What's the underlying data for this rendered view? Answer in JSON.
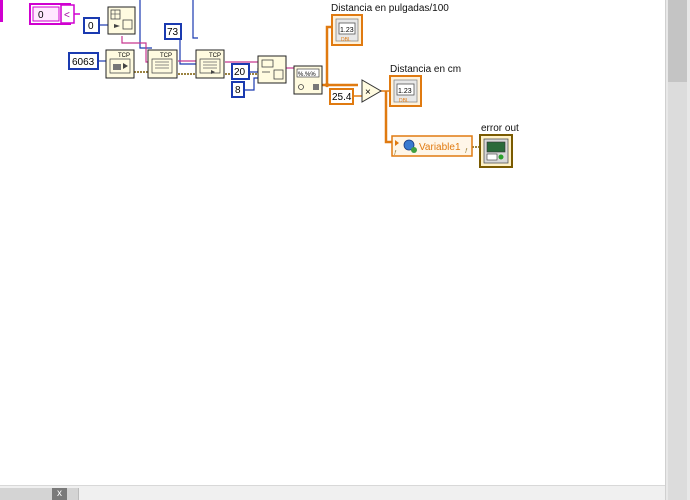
{
  "constants": {
    "c0_top": "0",
    "compare_symbol": "<",
    "c0_mid": "0",
    "port": "6063",
    "c73": "73",
    "c20": "20",
    "c8": "8",
    "factor": "25.4"
  },
  "indicators": {
    "pulgadas_label": "Distancia en pulgadas/100",
    "cm_label": "Distancia en cm",
    "numeric_text": "1.23",
    "numeric_sub": "DBL",
    "error_label": "error out"
  },
  "variable": {
    "name": "Variable1"
  },
  "tcp": {
    "label": "TCP"
  },
  "scrollbar": {
    "close_label": "x"
  },
  "colors": {
    "blue_wire": "#1a3ab0",
    "pink_wire": "#c8378f",
    "orange_wire": "#e07a10",
    "error_wire": "#7a5a00",
    "magenta": "#d000d0",
    "node_fill": "#fffbe0"
  }
}
